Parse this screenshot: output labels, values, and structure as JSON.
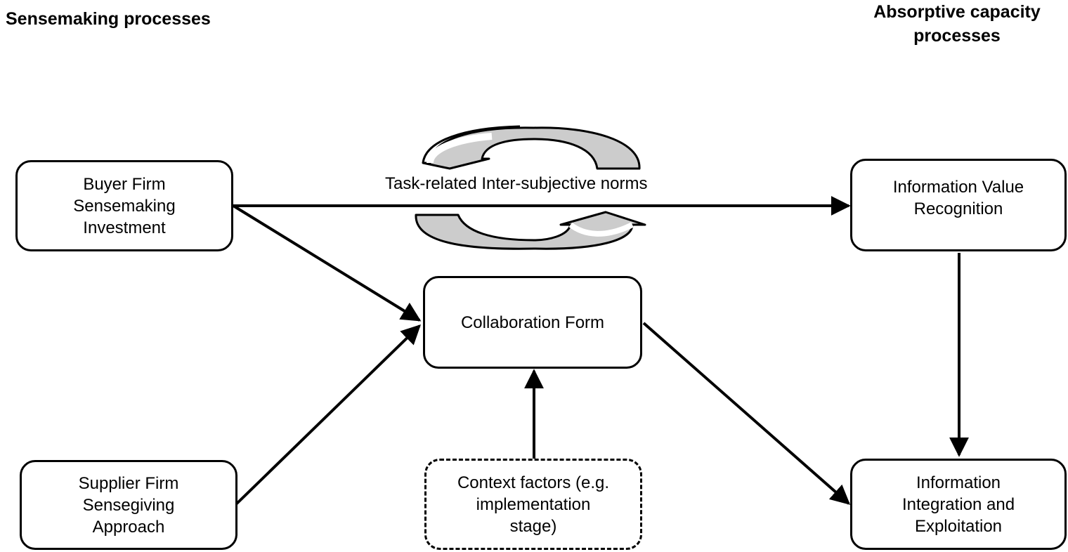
{
  "headings": {
    "left": "Sensemaking processes",
    "right": [
      "Absorptive capacity",
      "processes"
    ]
  },
  "nodes": {
    "buyer": [
      "Buyer Firm",
      "Sensemaking",
      "Investment"
    ],
    "supplier": [
      "Supplier Firm",
      "Sensegiving",
      "Approach"
    ],
    "collab": [
      "Collaboration Form"
    ],
    "context": [
      "Context factors (e.g.",
      "implementation",
      "stage)"
    ],
    "ivr": [
      "Information Value",
      "Recognition"
    ],
    "iie": [
      "Information",
      "Integration and",
      "Exploitation"
    ]
  },
  "edge_label": "Task-related Inter-subjective norms"
}
